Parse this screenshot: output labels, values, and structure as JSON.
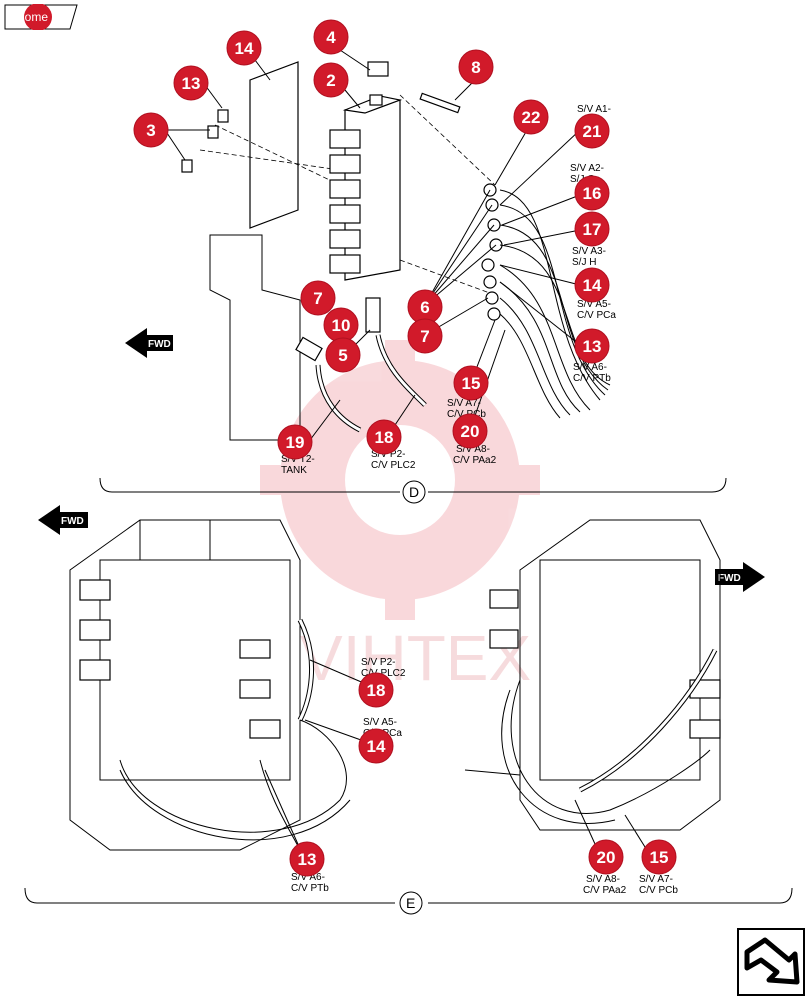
{
  "home_button": {
    "label": "home"
  },
  "fwd_label": "FWD",
  "watermark": "VIHTEX",
  "sections": [
    "D",
    "E"
  ],
  "badges": {
    "b2": "2",
    "b3": "3",
    "b4": "4",
    "b5": "5",
    "b6": "6",
    "b7a": "7",
    "b7b": "7",
    "b8": "8",
    "b10": "10",
    "b13a": "13",
    "b13b": "13",
    "b13c": "13",
    "b14a": "14",
    "b14b": "14",
    "b14c": "14",
    "b15a": "15",
    "b15b": "15",
    "b16": "16",
    "b17": "17",
    "b18a": "18",
    "b18b": "18",
    "b19": "19",
    "b20a": "20",
    "b20b": "20",
    "b21": "21",
    "b22": "22"
  },
  "callouts": {
    "a1": [
      "S/V A1-",
      ""
    ],
    "a2": [
      "S/V A2-",
      "S/J G"
    ],
    "a3": [
      "S/V A3-",
      "S/J H"
    ],
    "a5": [
      "S/V A5-",
      "C/V PCa"
    ],
    "a6": [
      "S/V A6-",
      "C/V PTb"
    ],
    "a7": [
      "S/V A7-",
      "C/V PCb"
    ],
    "a8": [
      "S/V A8-",
      "C/V PAa2"
    ],
    "t2": [
      "S/V T2-",
      "TANK"
    ],
    "p2": [
      "S/V P2-",
      "C/V PLC2"
    ],
    "e_p2": [
      "S/V P2-",
      "C/V PLC2"
    ],
    "e_a5": [
      "S/V A5-",
      "C/V PCa"
    ],
    "e_a6": [
      "S/V A6-",
      "C/V PTb"
    ],
    "e_a8": [
      "S/V A8-",
      "C/V PAa2"
    ],
    "e_a7": [
      "S/V A7-",
      "C/V PCb"
    ]
  }
}
